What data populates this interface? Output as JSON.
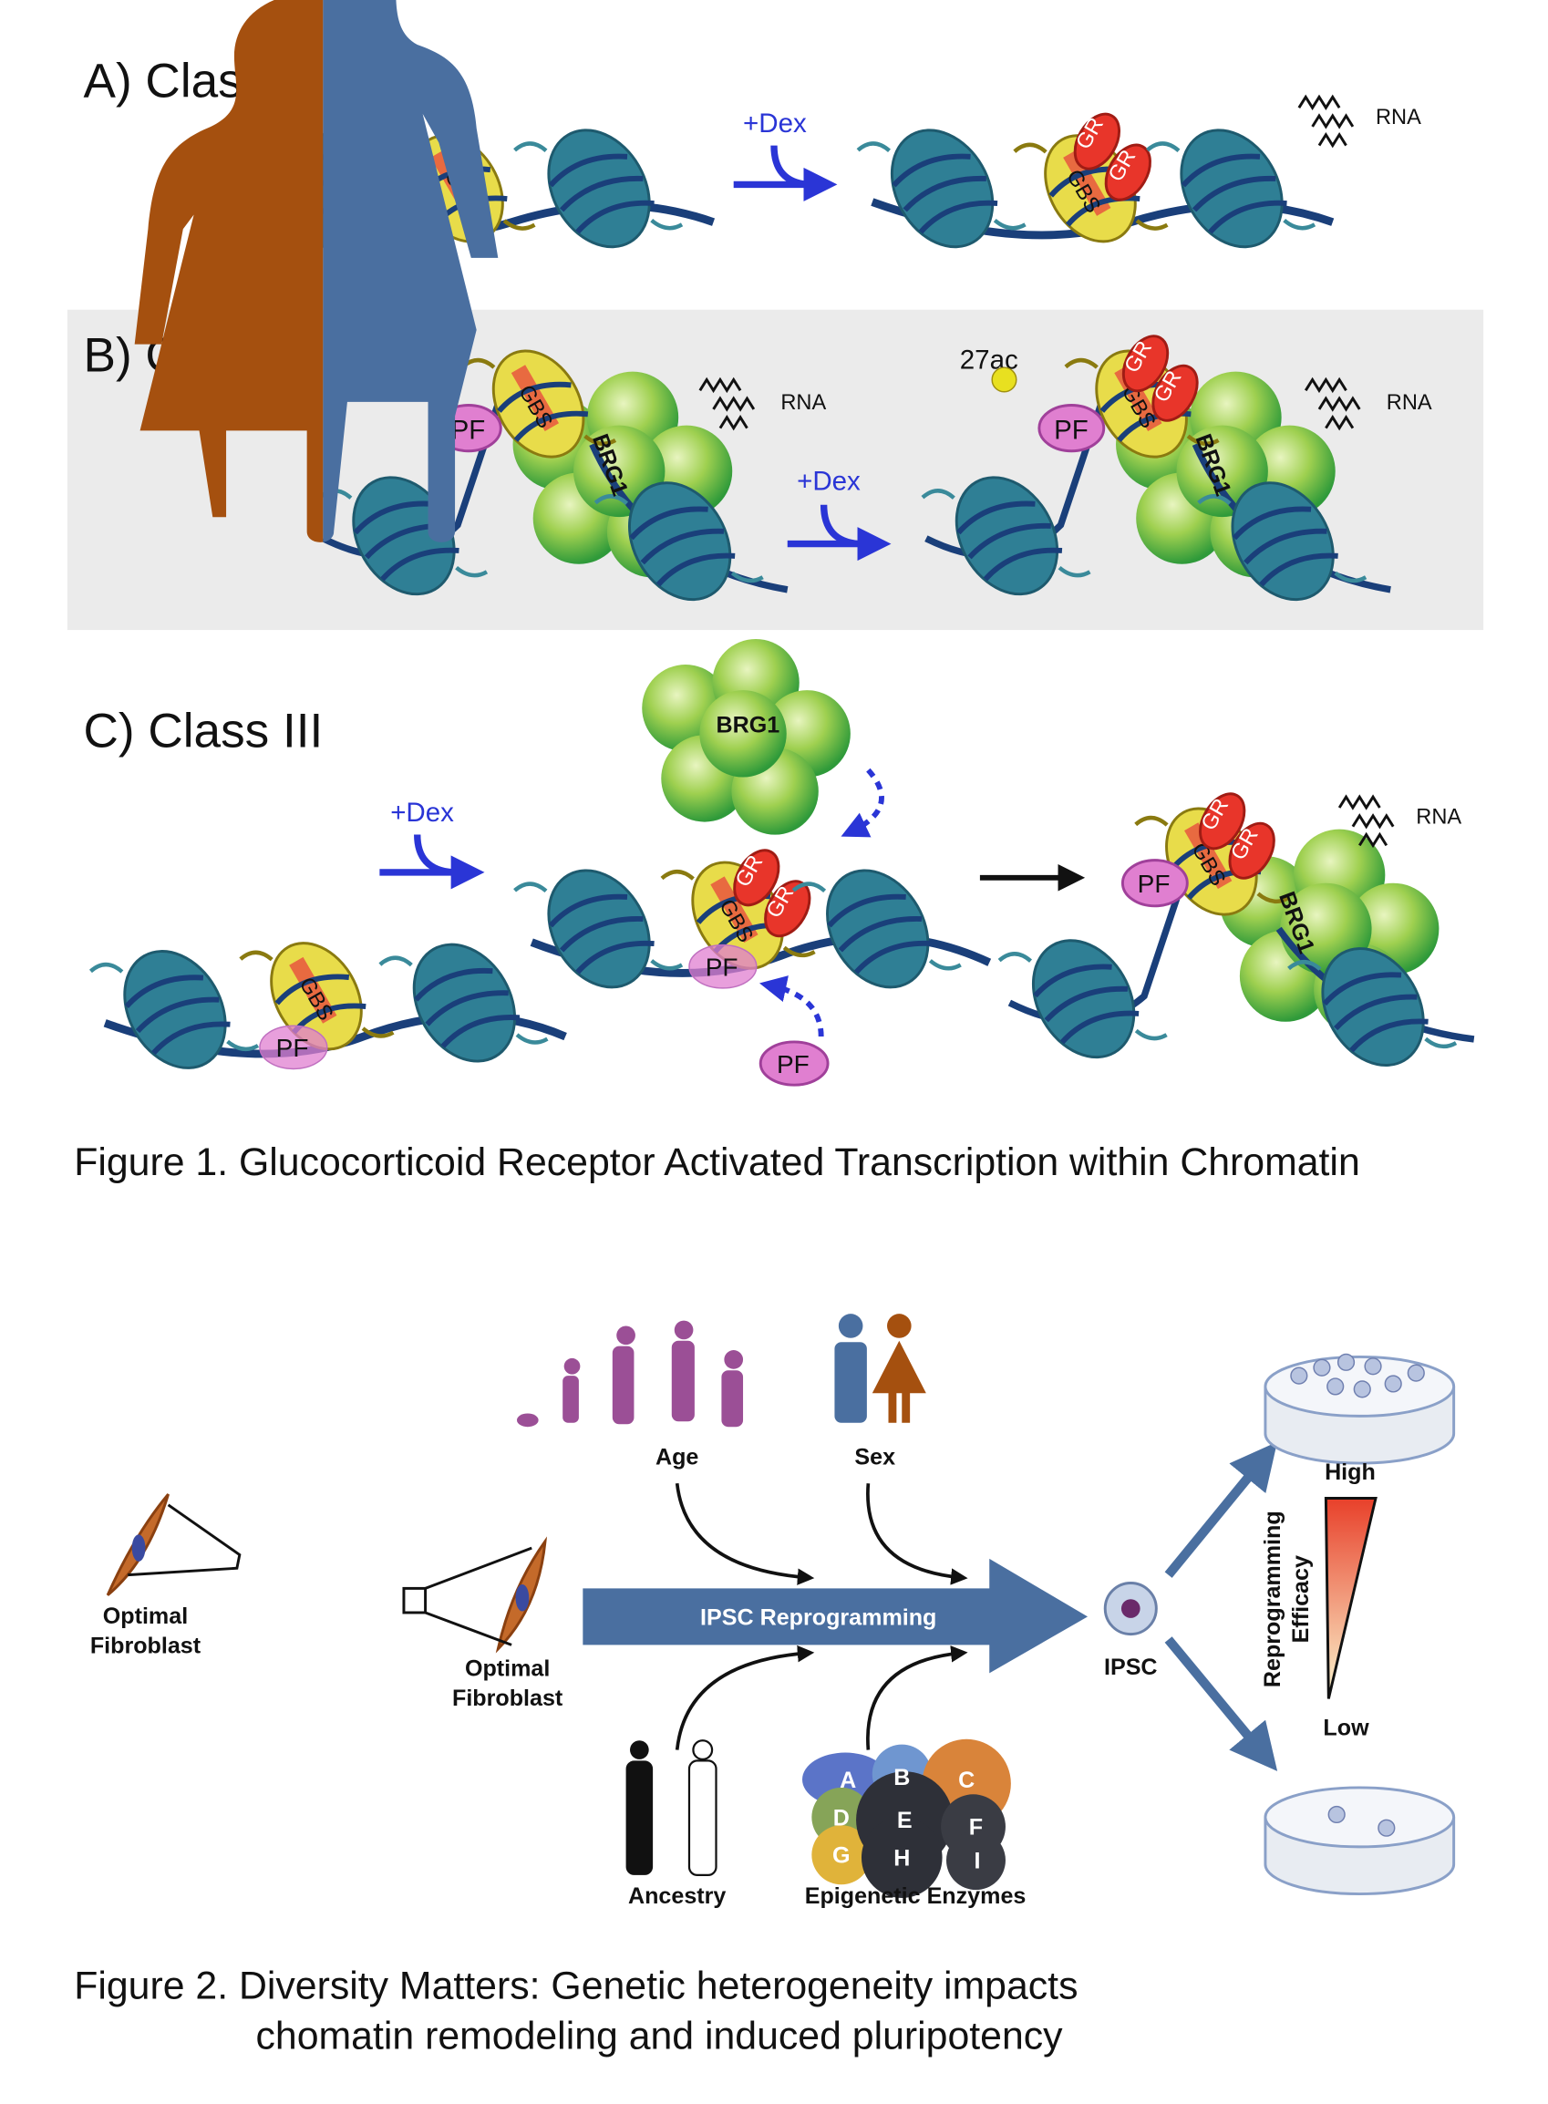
{
  "figure1": {
    "panel_a": {
      "label": "A) Class I",
      "dex": "+Dex",
      "rna": "RNA",
      "gbs": "GBS",
      "gr": "GR"
    },
    "panel_b": {
      "label": "B) Class II",
      "mark": "27ac",
      "pf": "PF",
      "gbs": "GBS",
      "brg1": "BRG1",
      "rna": "RNA",
      "dex": "+Dex",
      "gr": "GR"
    },
    "panel_c": {
      "label": "C) Class III",
      "brg1": "BRG1",
      "dex": "+Dex",
      "pf": "PF",
      "gbs": "GBS",
      "gr": "GR",
      "rna": "RNA"
    },
    "caption": "Figure 1. Glucocorticoid Receptor Activated Transcription within Chromatin"
  },
  "figure2": {
    "fibroblast_left": [
      "Optimal",
      "Fibroblast"
    ],
    "fibroblast_right": [
      "Optimal",
      "Fibroblast"
    ],
    "age": "Age",
    "sex": "Sex",
    "ancestry": "Ancestry",
    "enzymes_label": "Epigenetic Enzymes",
    "enzymes": [
      "A",
      "B",
      "C",
      "D",
      "E",
      "F",
      "G",
      "H",
      "I"
    ],
    "arrow_label": "IPSC Reprogramming",
    "ipsc": "IPSC",
    "efficacy_label": [
      "Reprogramming",
      "Efficacy"
    ],
    "high": "High",
    "low": "Low",
    "caption_line1": "Figure 2. Diversity Matters: Genetic heterogeneity impacts",
    "caption_line2": "chomatin remodeling and induced pluripotency"
  },
  "colors": {
    "female": "#a5500f",
    "male": "#4a6fa0",
    "dex": "#2a35d6",
    "gr": "#e8352a",
    "pf": "#e07fd0",
    "nucleosome": "#2f7f95",
    "gbs": "#e8dc4a",
    "brg1": "#7cc04a",
    "age": "#9b4f96"
  }
}
